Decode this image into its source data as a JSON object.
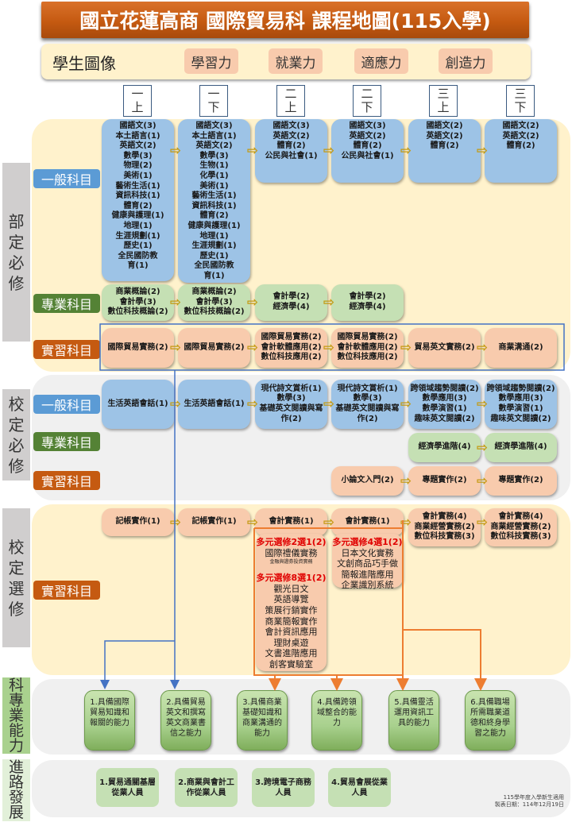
{
  "title": "國立花蓮高商 國際貿易科 課程地圖(115入學)",
  "student_image": {
    "label": "學生圖像",
    "traits": [
      "學習力",
      "就業力",
      "適應力",
      "創造力"
    ]
  },
  "semesters": [
    "一\n上",
    "一\n下",
    "二\n上",
    "二\n下",
    "三\n上",
    "三\n下"
  ],
  "sections": [
    {
      "label": "部\n定\n必\n修",
      "rows": [
        {
          "category": "一般科目",
          "type": "general",
          "cells": [
            {
              "col": 0,
              "text": "國語文(3)\n本土語言(1)\n英語文(2)\n數學(3)\n物理(2)\n美術(1)\n藝術生活(1)\n資訊科技(1)\n體育(2)\n健康與護理(1)\n地理(1)\n生涯規劃(1)\n歷史(1)\n全民國防教\n育(1)"
            },
            {
              "col": 1,
              "text": "國語文(3)\n本土語言(1)\n英語文(2)\n數學(3)\n生物(1)\n化學(1)\n美術(1)\n藝術生活(1)\n資訊科技(1)\n體育(2)\n健康與護理(1)\n地理(1)\n生涯規劃(1)\n歷史(1)\n全民國防教\n育(1)"
            },
            {
              "col": 2,
              "text": "國語文(3)\n英語文(2)\n體育(2)\n公民與社會(1)"
            },
            {
              "col": 3,
              "text": "國語文(3)\n英語文(2)\n體育(2)\n公民與社會(1)"
            },
            {
              "col": 4,
              "text": "國語文(2)\n英語文(2)\n體育(2)"
            },
            {
              "col": 5,
              "text": "國語文(2)\n英語文(2)\n體育(2)"
            }
          ]
        },
        {
          "category": "專業科目",
          "type": "pro",
          "cells": [
            {
              "col": 0,
              "text": "商業概論(2)\n會計學(3)\n數位科技概論(2)"
            },
            {
              "col": 1,
              "text": "商業概論(2)\n會計學(3)\n數位科技概論(2)"
            },
            {
              "col": 2,
              "text": "會計學(2)\n經濟學(4)"
            },
            {
              "col": 3,
              "text": "會計學(2)\n經濟學(4)"
            }
          ]
        },
        {
          "category": "實習科目",
          "type": "prac",
          "cells": [
            {
              "col": 0,
              "text": "國際貿易實務(2)"
            },
            {
              "col": 1,
              "text": "國際貿易實務(2)"
            },
            {
              "col": 2,
              "text": "國際貿易實務(2)\n會計軟體應用(2)\n數位科技應用(2)"
            },
            {
              "col": 3,
              "text": "國際貿易實務(2)\n會計軟體應用(2)\n數位科技應用(2)"
            },
            {
              "col": 4,
              "text": "貿易英文實務(2)"
            },
            {
              "col": 5,
              "text": "商業溝通(2)"
            }
          ]
        }
      ]
    },
    {
      "label": "校\n定\n必\n修",
      "rows": [
        {
          "category": "一般科目",
          "type": "general",
          "cells": [
            {
              "col": 0,
              "text": "生活英語會話(1)"
            },
            {
              "col": 1,
              "text": "生活英語會話(1)"
            },
            {
              "col": 2,
              "text": "現代詩文賞析(1)\n數學(3)\n基礎英文閱讀與寫\n作(2)"
            },
            {
              "col": 3,
              "text": "現代詩文賞析(1)\n數學(3)\n基礎英文閱讀與寫\n作(2)"
            },
            {
              "col": 4,
              "text": "跨領域趨勢閱讀(2)\n數學應用(3)\n數學演習(1)\n趣味英文閱讀(2)"
            },
            {
              "col": 5,
              "text": "跨領域趨勢閱讀(2)\n數學應用(3)\n數學演習(1)\n趣味英文閱讀(2)"
            }
          ]
        },
        {
          "category": "專業科目",
          "type": "pro",
          "cells": [
            {
              "col": 4,
              "text": "經濟學進階(4)"
            },
            {
              "col": 5,
              "text": "經濟學進階(4)"
            }
          ]
        },
        {
          "category": "實習科目",
          "type": "prac",
          "cells": [
            {
              "col": 3,
              "text": "小論文入門(2)"
            },
            {
              "col": 4,
              "text": "專題實作(2)"
            },
            {
              "col": 5,
              "text": "專題實作(2)"
            }
          ]
        }
      ]
    },
    {
      "label": "校\n定\n選\n修",
      "rows": [
        {
          "category": "實習科目",
          "type": "prac",
          "cells": [
            {
              "col": 0,
              "text": "記帳實作(1)"
            },
            {
              "col": 1,
              "text": "記帳實作(1)"
            },
            {
              "col": 2,
              "text": "會計實務(1)"
            },
            {
              "col": 3,
              "text": "會計實務(1)"
            },
            {
              "col": 4,
              "text": "會計實務(4)\n商業經營實務(2)\n數位科技實務(3)"
            },
            {
              "col": 5,
              "text": "會計實務(4)\n商業經營實務(2)\n數位科技實務(3)"
            }
          ]
        }
      ],
      "electives": [
        {
          "col": 2,
          "groups": [
            {
              "title": "多元選修2選1(2)",
              "items": [
                "國際禮儀實務"
              ],
              "note": "金融與證券投資實務"
            },
            {
              "title": "多元選修8選1(2)",
              "items": [
                "觀光日文",
                "英語導覽",
                "策展行銷實作",
                "商業簡報實作",
                "會計資訊應用",
                "理財桌遊",
                "文書進階應用",
                "創客實驗室"
              ]
            }
          ]
        },
        {
          "col": 3,
          "groups": [
            {
              "title": "多元選修4選1(2)",
              "items": [
                "日本文化實務",
                "文創商品巧手做",
                "簡報進階應用",
                "企業識別系統"
              ]
            }
          ]
        }
      ]
    }
  ],
  "capabilities": {
    "label": "科\n專\n業\n能\n力",
    "items": [
      "1.具備國際\n貿易知識和\n報關的能力",
      "2.具備貿易\n英文和撰寫\n英文商業書\n信之能力",
      "3.具備商業\n基礎知識和\n商業溝通的\n能力",
      "4.具備跨領\n域整合的能\n力",
      "5.具備靈活\n運用資訊工\n具的能力",
      "6.具備職場\n所需職業道\n德和終身學\n習之能力"
    ]
  },
  "careers": {
    "label": "進\n路\n發\n展",
    "items": [
      "1.貿易通關基層\n從業人員",
      "2.商業與會計工\n作從業人員",
      "3.跨境電子商務\n人員",
      "4.貿易會展從業\n人員"
    ]
  },
  "footer": "115學年度入學新生適用\n製表日期：114年12月19日",
  "colors": {
    "title": "#c55a11",
    "general": "#9dc3e6",
    "pro": "#c5e0b4",
    "prac": "#f8cbad",
    "connector_blue": "#4472c4",
    "connector_orange": "#ed7d31"
  }
}
